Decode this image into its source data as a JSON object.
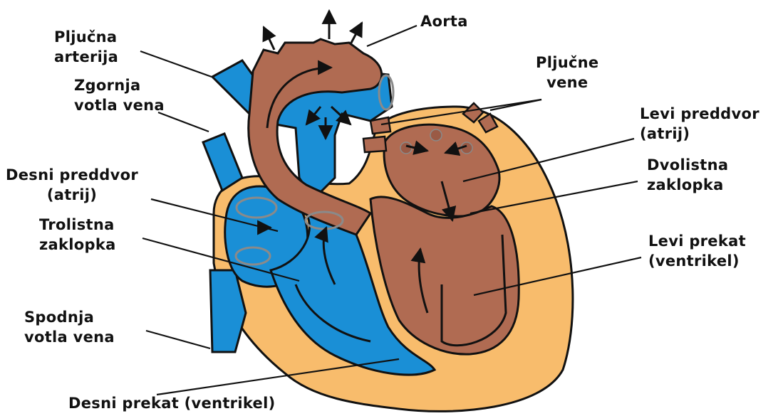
{
  "labels": {
    "aorta": "Aorta",
    "pulmonary_artery": [
      "Pljučna",
      "arterija"
    ],
    "pulmonary_veins": [
      "Pljučne",
      "vene"
    ],
    "superior_vena_cava": [
      "Zgornja",
      "votla vena"
    ],
    "left_atrium": [
      "Levi preddvor",
      "(atrij)"
    ],
    "right_atrium": [
      "Desni preddvor",
      "(atrij)"
    ],
    "mitral_valve": [
      "Dvolistna",
      "zaklopka"
    ],
    "tricuspid_valve": [
      "Trolistna",
      "zaklopka"
    ],
    "left_ventricle": [
      "Levi prekat",
      "(ventrikel)"
    ],
    "inferior_vena_cava": [
      "Spodnja",
      "votla vena"
    ],
    "right_ventricle": "Desni prekat (ventrikel)"
  },
  "colors": {
    "oxygen_poor_blood": "#1a8fd6",
    "oxygen_rich_blood": "#b06b52",
    "heart_muscle": "#f8bc6c",
    "outline": "#111111",
    "valve_outline": "#8a8a8a"
  }
}
